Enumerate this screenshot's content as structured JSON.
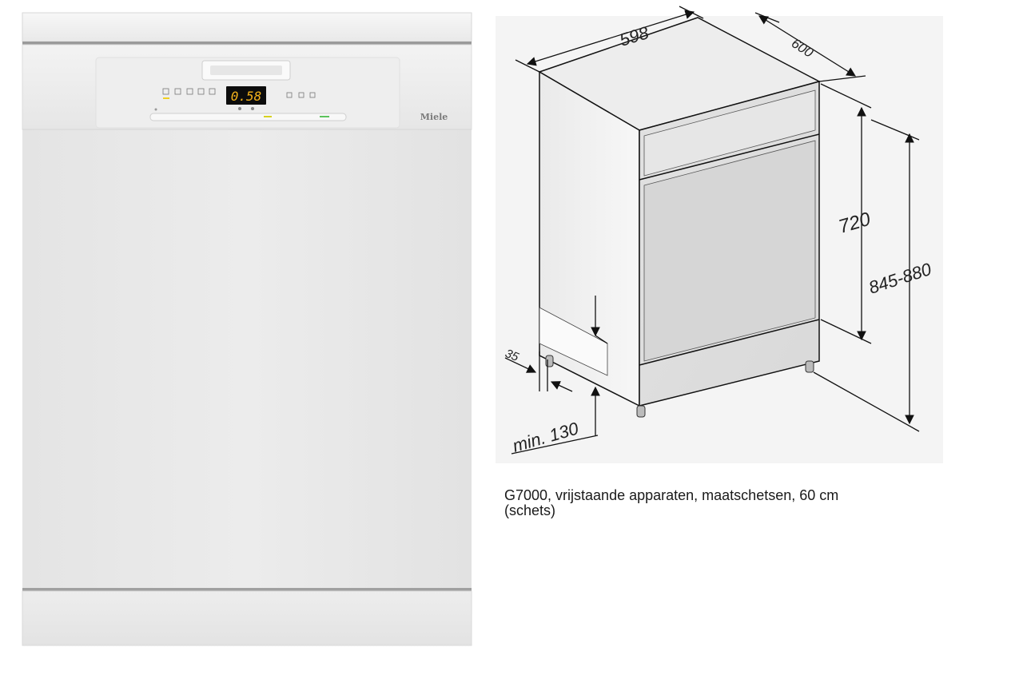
{
  "dishwasher": {
    "display_value": "0.58",
    "brand": "Miele"
  },
  "sketch": {
    "dim_width": "598",
    "dim_depth": "600",
    "dim_height_body": "720",
    "dim_height_total": "845-880",
    "dim_toe": "35",
    "dim_min": "min. 130"
  },
  "caption": {
    "line1": "G7000, vrijstaande apparaten, maatschetsen, 60 cm",
    "line2": "(schets)"
  }
}
